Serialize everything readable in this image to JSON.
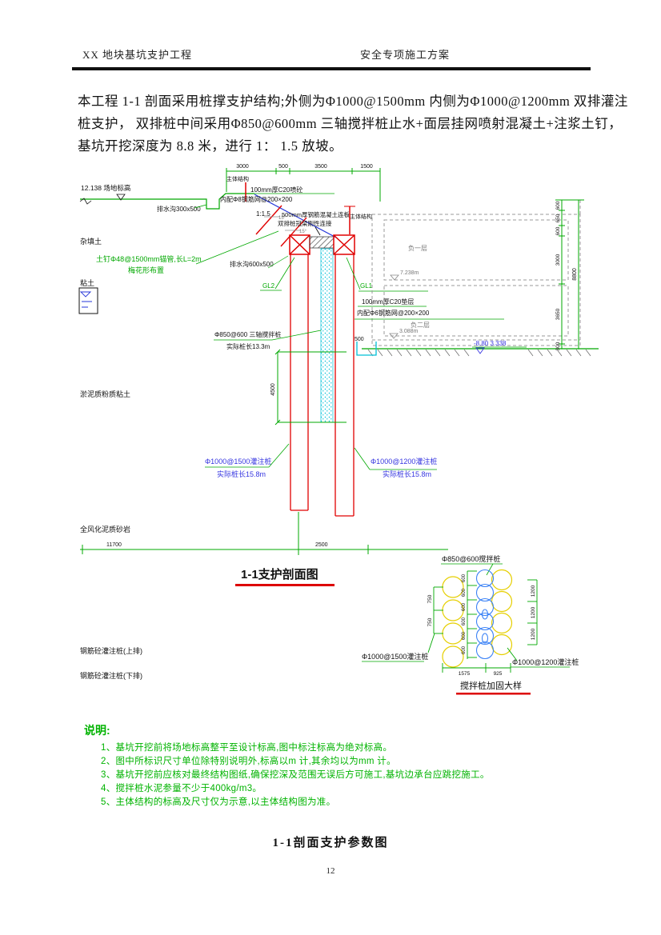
{
  "header": {
    "left": "XX 地块基坑支护工程",
    "right": "安全专项施工方案"
  },
  "intro": {
    "line1": "本工程 1-1 剖面采用桩撑支护结构;外侧为Φ1000@1500mm 内侧为Φ1000@1200mm 双排灌注",
    "line2": "桩支护， 双排桩中间采用Φ850@600mm 三轴搅拌桩止水+面层挂网喷射混凝土+注浆土钉，",
    "line3": "基坑开挖深度为 8.8 米，进行 1： 1.5 放坡。"
  },
  "drawing": {
    "top_dims": [
      "3000",
      "500",
      "3500",
      "1500"
    ],
    "labels": {
      "ground_elev": "12.138 场地标高",
      "drain_upper": "排水沟300x500",
      "main_structure": "主体结构",
      "shotcrete1": "100mm厚C20喷砼",
      "shotcrete2": "内配Φ8钢筋网@200×200",
      "slope": "1:1.5",
      "nail_angle": "15°",
      "conn_slab1": "500mm厚钢筋混凝土连板",
      "conn_slab2": "双排桩冠梁刚性连接",
      "soil_nail1": "土钉Φ48@1500mm锚管,长L=2m",
      "soil_nail2": "梅花形布置",
      "soil1": "杂填土",
      "soil2": "粘土",
      "soil3": "淤泥质粉质粘土",
      "soil4": "全风化泥质砂岩",
      "drain_lower": "排水沟600x500",
      "gl_outer": "GL2",
      "gl_inner": "GL1",
      "mix_pile1": "Φ850@600 三轴搅拌桩",
      "mix_pile2": "实际桩长13.3m",
      "dim4500": "4500",
      "pile_left1": "Φ1000@1500灌注桩",
      "pile_left2": "实际桩长15.8m",
      "pile_right1": "Φ1000@1200灌注桩",
      "pile_right2": "实际桩长15.8m",
      "cushion1": "100mm厚C20垫层",
      "cushion2": "内配Φ6钢筋网@200×200",
      "dim500": "500",
      "basement_f1": "负一层",
      "basement_f2": "负二层",
      "elev_f1": "7.238m",
      "elev_f2": "3.088m",
      "pit_bottom_elev": "-8.80 3.338",
      "right_total": "8800",
      "bottom_dim1": "11700",
      "bottom_dim2": "2500",
      "row_label1": "钢筋砼灌注桩(上排)",
      "row_label2": "钢筋砼灌注桩(下排)",
      "section_title": "1-1支护剖面图"
    },
    "right_dims": [
      "600",
      "650",
      "600",
      "3000",
      "3650",
      "300"
    ],
    "detail": {
      "top_label": "Φ850@600搅拌桩",
      "left_label": "Φ1000@1500灌注桩",
      "right_label": "Φ1000@1200灌注桩",
      "left_dims": [
        "750",
        "750"
      ],
      "mid_dim": "600",
      "right_dim": "1200",
      "bottom_dims": [
        "1575",
        "925"
      ],
      "title": "搅拌桩加固大样"
    }
  },
  "notes": {
    "heading": "说明:",
    "items": [
      "1、基坑开挖前将场地标高整平至设计标高,图中标注标高为绝对标高。",
      "2、图中所标识尺寸单位除特别说明外,标高以m 计,其余均以为mm 计。",
      "3、基坑开挖前应核对最终结构图纸,确保挖深及范围无误后方可施工,基坑边承台应跳挖施工。",
      "4、搅拌桩水泥参量不少于400kg/m3。",
      "5、主体结构的标高及尺寸仅为示意,以主体结构图为准。"
    ]
  },
  "caption": "1-1剖面支护参数图",
  "page_number": "12"
}
